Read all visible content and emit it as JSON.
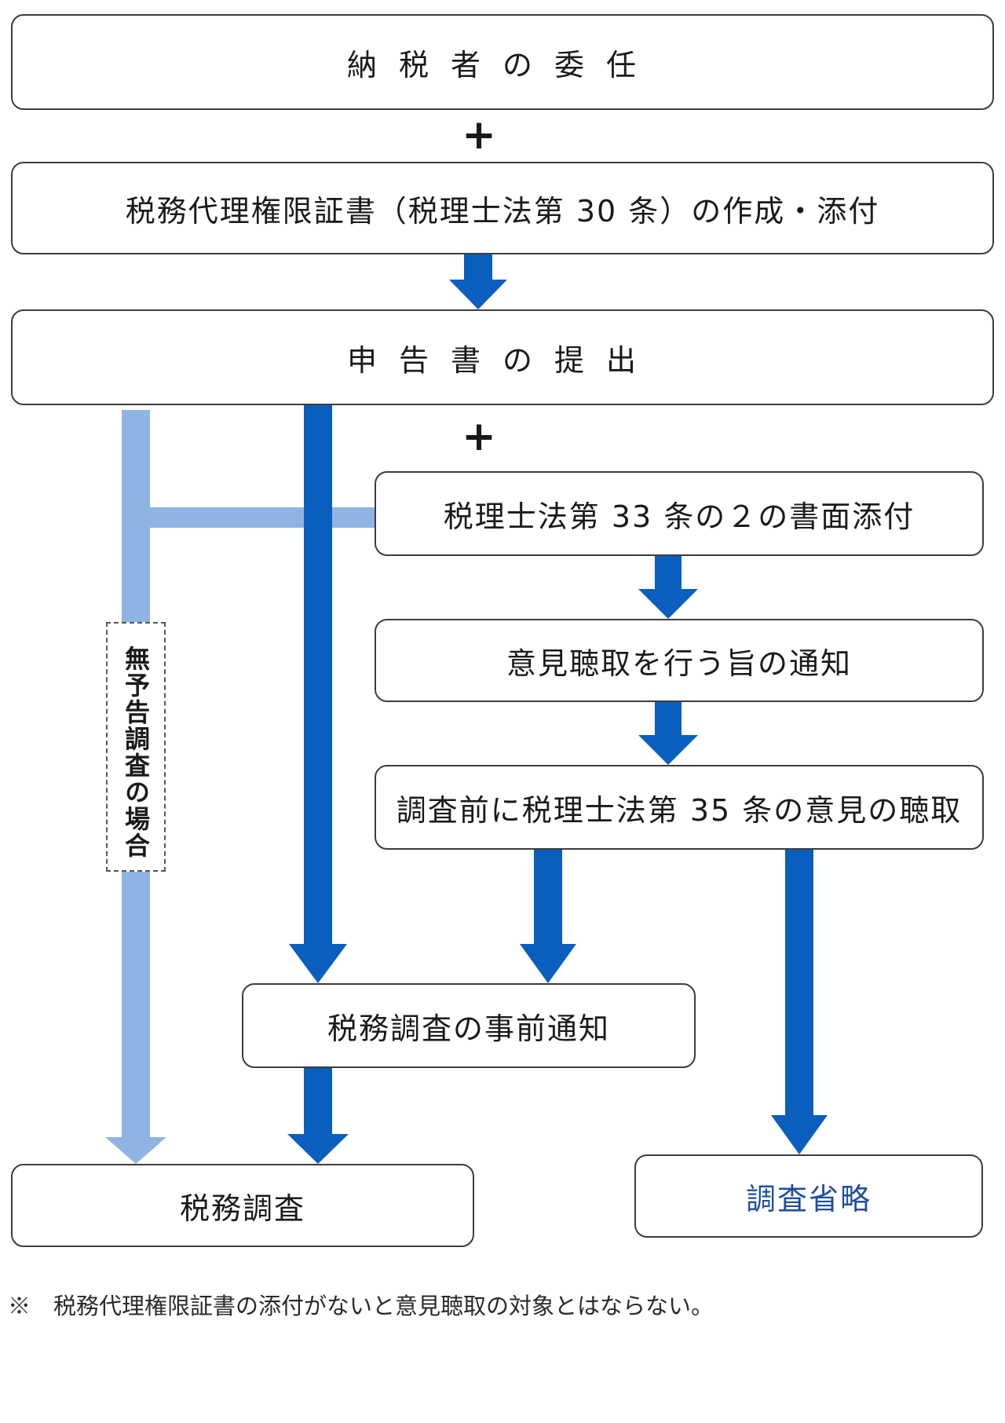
{
  "nodes": {
    "taxpayer_delegation": "納税者の委任",
    "power_of_attorney": "税務代理権限証書（税理士法第 30 条）の作成・添付",
    "return_filing": "申告書の提出",
    "art33_attachment": "税理士法第 33 条の２の書面添付",
    "hearing_notice": "意見聴取を行う旨の通知",
    "art35_hearing": "調査前に税理士法第 35 条の意見の聴取",
    "advance_notice": "税務調査の事前通知",
    "tax_audit": "税務調査",
    "audit_omitted": "調査省略"
  },
  "plus_symbols": [
    "+",
    "+"
  ],
  "unannounced_label": "無予告調査の場合",
  "footnote": "※　税務代理権限証書の添付がないと意見聴取の対象とはならない。",
  "colors": {
    "arrow_dark": "#0a5fbe",
    "arrow_light": "#8fb4e3",
    "border": "#3c3c3c",
    "highlight_text": "#1f4e9c"
  }
}
